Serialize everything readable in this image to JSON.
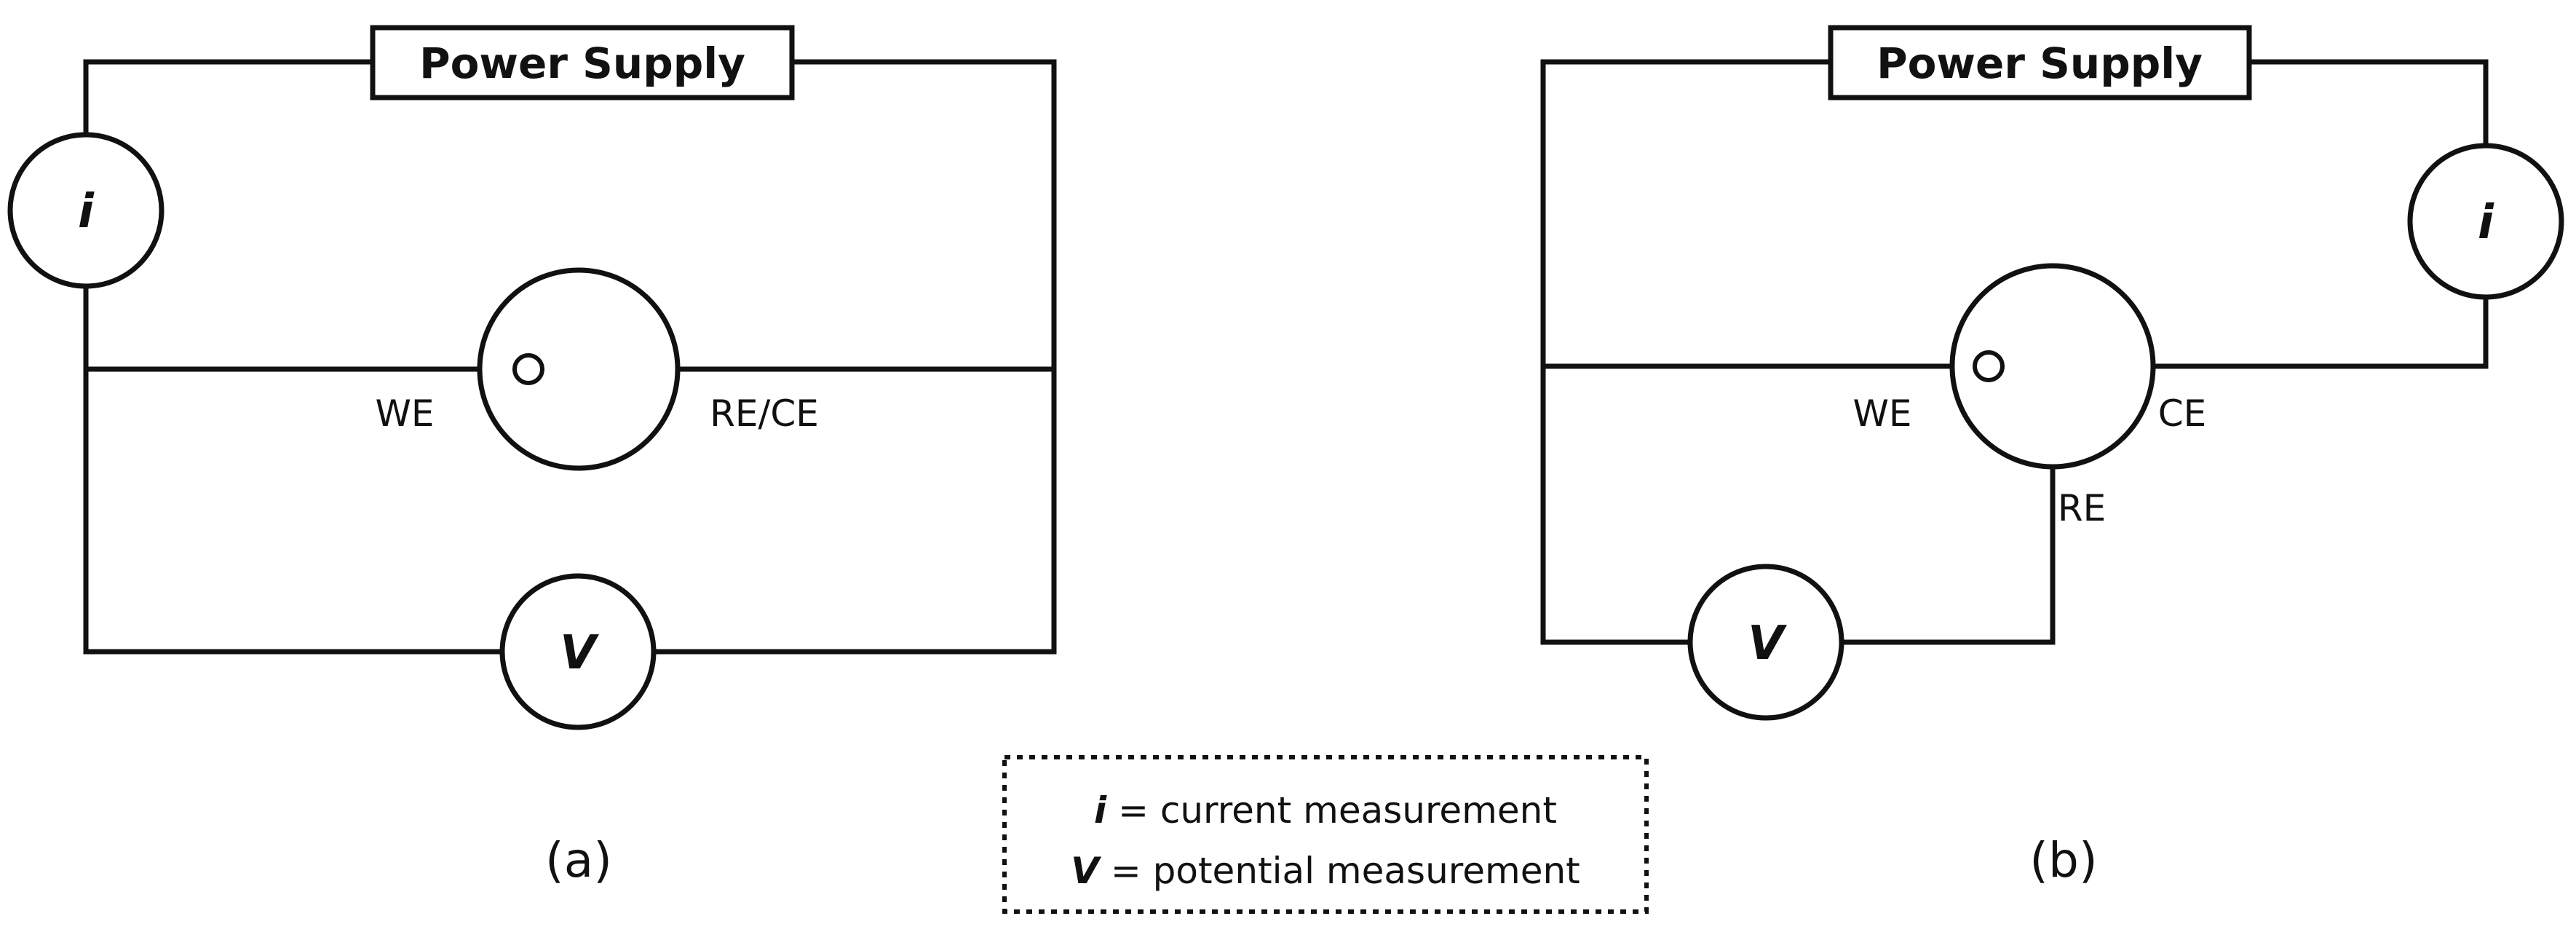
{
  "diagram_a": {
    "power_supply_label": "Power Supply",
    "current_meter_symbol": "i",
    "voltage_meter_symbol": "V",
    "working_electrode_label": "WE",
    "counter_reference_label": "RE/CE",
    "panel_label": "(a)"
  },
  "diagram_b": {
    "power_supply_label": "Power Supply",
    "current_meter_symbol": "i",
    "voltage_meter_symbol": "V",
    "working_electrode_label": "WE",
    "counter_electrode_label": "CE",
    "reference_electrode_label": "RE",
    "panel_label": "(b)"
  },
  "legend": {
    "current_symbol": "i",
    "current_text": " = current measurement",
    "potential_symbol": "V",
    "potential_text": " = potential measurement"
  }
}
